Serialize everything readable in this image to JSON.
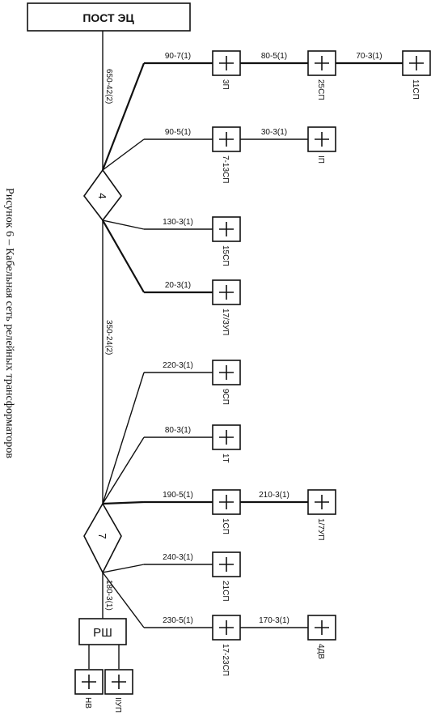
{
  "post": "ПОСТ ЭЦ",
  "caption": "Рисунок 6 – Кабельная сеть релейных трансформаторов",
  "trunk_labels": {
    "top": "650-42(2)",
    "middle": "350-24(2)",
    "bottom": "180-3(1)"
  },
  "nodes": {
    "upper": "4",
    "lower": "7"
  },
  "rsh": "РШ",
  "branches": [
    {
      "cable": "90-7(1)",
      "box": "3П",
      "chain": [
        {
          "cable": "80-5(1)",
          "box": "25СП"
        },
        {
          "cable": "70-3(1)",
          "box": "11СП"
        }
      ]
    },
    {
      "cable": "90-5(1)",
      "box": "7-13СП",
      "chain": [
        {
          "cable": "30-3(1)",
          "box": "IП"
        }
      ]
    },
    {
      "cable": "130-3(1)",
      "box": "15СП",
      "chain": []
    },
    {
      "cable": "20-3(1)",
      "box": "17/ЗУП",
      "chain": []
    },
    {
      "cable": "220-3(1)",
      "box": "9СП",
      "chain": []
    },
    {
      "cable": "80-3(1)",
      "box": "1Т",
      "chain": []
    },
    {
      "cable": "190-5(1)",
      "box": "1СП",
      "chain": [
        {
          "cable": "210-3(1)",
          "box": "1/7УП"
        }
      ]
    },
    {
      "cable": "240-3(1)",
      "box": "21СП",
      "chain": []
    },
    {
      "cable": "230-5(1)",
      "box": "17-23СП",
      "chain": [
        {
          "cable": "170-3(1)",
          "box": "4ДВ"
        }
      ]
    }
  ],
  "bottom_boxes": [
    "НВ",
    "IIУП"
  ]
}
